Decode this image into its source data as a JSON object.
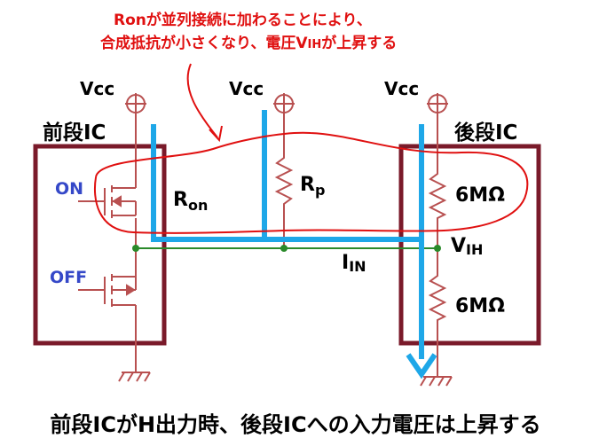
{
  "annotation": {
    "line1": "Ronが並列接続に加わることにより、",
    "line2": "合成抵抗が小さくなり、電圧V",
    "line2_sub": "IH",
    "line2_end": "が上昇する"
  },
  "labels": {
    "vcc_left": "Vcc",
    "vcc_mid": "Vcc",
    "vcc_right": "Vcc",
    "ic_front": "前段IC",
    "ic_rear": "後段IC",
    "on": "ON",
    "off": "OFF",
    "ron_main": "R",
    "ron_sub": "on",
    "rp_main": "R",
    "rp_sub": "p",
    "r_upper": "6MΩ",
    "r_lower": "6MΩ",
    "vih_main": "V",
    "vih_sub": "IH",
    "iin_main": "I",
    "iin_sub": "IN"
  },
  "caption": "前段ICがH出力時、後段ICへの入力電圧は上昇する",
  "colors": {
    "ic_border": "#7a1a2a",
    "wire": "#b85050",
    "node_line": "#2a8a2a",
    "current_arrow": "#1ea7e8",
    "annotation": "#e01010",
    "switch_label": "#3548c8"
  }
}
